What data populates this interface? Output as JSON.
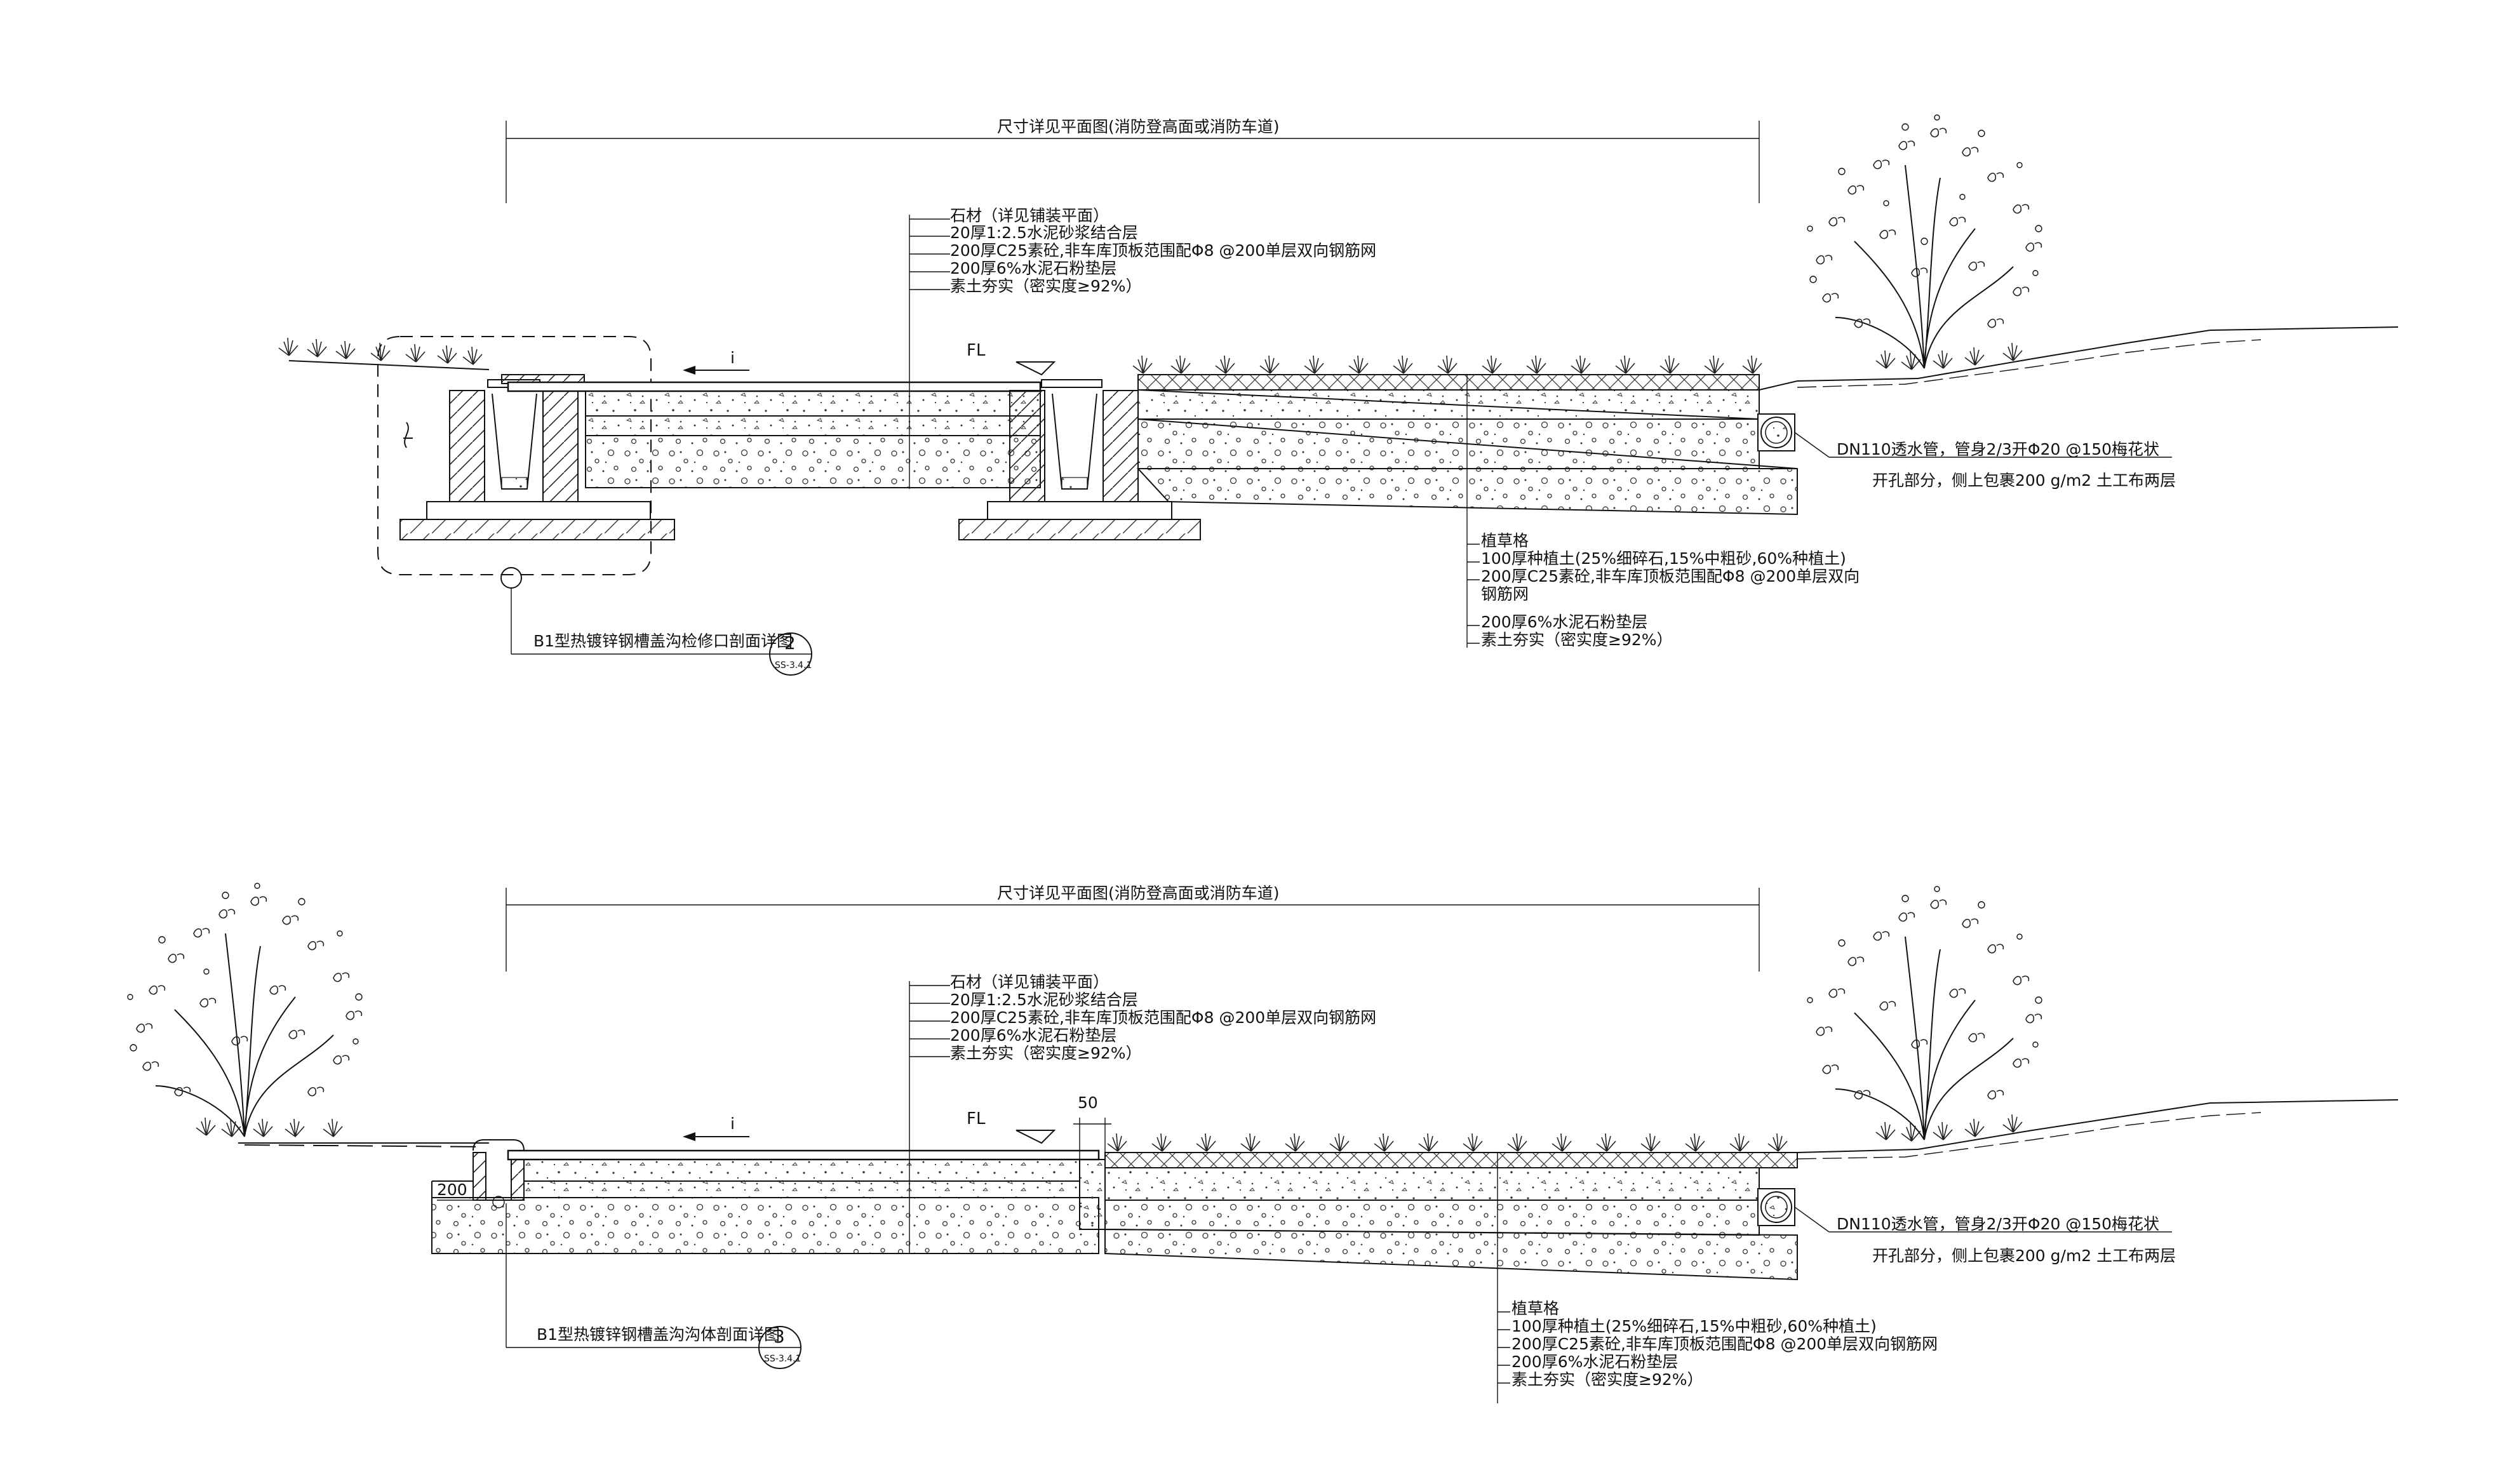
{
  "colors": {
    "line": "#111111",
    "background": "#ffffff"
  },
  "section1": {
    "dimension_text": "尺寸详见平面图(消防登高面或消防车道)",
    "fl_label": "FL",
    "slope_label": "i",
    "paving_layers": [
      "石材（详见铺装平面）",
      "20厚1:2.5水泥砂浆结合层",
      "200厚C25素砼,非车库顶板范围配Φ8 @200单层双向钢筋网",
      "200厚6%水泥石粉垫层",
      "素土夯实（密实度≥92%）"
    ],
    "pipe_label": [
      "DN110透水管，管身2/3开Φ20 @150梅花状",
      "开孔部分，侧上包裹200 g/m2 土工布两层"
    ],
    "grass_layers": [
      "植草格",
      "100厚种植土(25%细碎石,15%中粗砂,60%种植土)",
      "200厚C25素砼,非车库顶板范围配Φ8 @200单层双向",
      "钢筋网",
      "200厚6%水泥石粉垫层",
      "素土夯实（密实度≥92%）"
    ],
    "detail_callout": {
      "text": "B1型热镀锌钢槽盖沟检修口剖面详图",
      "number": "2",
      "sheet": "SS-3.4.1"
    }
  },
  "section2": {
    "dimension_text": "尺寸详见平面图(消防登高面或消防车道)",
    "fl_label": "FL",
    "slope_label": "i",
    "dim_50": "50",
    "dim_200": "200",
    "paving_layers": [
      "石材（详见铺装平面）",
      "20厚1:2.5水泥砂浆结合层",
      "200厚C25素砼,非车库顶板范围配Φ8 @200单层双向钢筋网",
      "200厚6%水泥石粉垫层",
      "素土夯实（密实度≥92%）"
    ],
    "pipe_label": [
      "DN110透水管，管身2/3开Φ20 @150梅花状",
      "开孔部分，侧上包裹200 g/m2 土工布两层"
    ],
    "grass_layers": [
      "植草格",
      "100厚种植土(25%细碎石,15%中粗砂,60%种植土)",
      "200厚C25素砼,非车库顶板范围配Φ8 @200单层双向钢筋网",
      "200厚6%水泥石粉垫层",
      "素土夯实（密实度≥92%）"
    ],
    "detail_callout": {
      "text": "B1型热镀锌钢槽盖沟沟体剖面详图",
      "number": "3",
      "sheet": "SS-3.4.1"
    }
  },
  "icons": [
    "shrub-icon",
    "grass-tuft-icon",
    "drainage-pipe-icon",
    "elevation-marker-icon"
  ]
}
